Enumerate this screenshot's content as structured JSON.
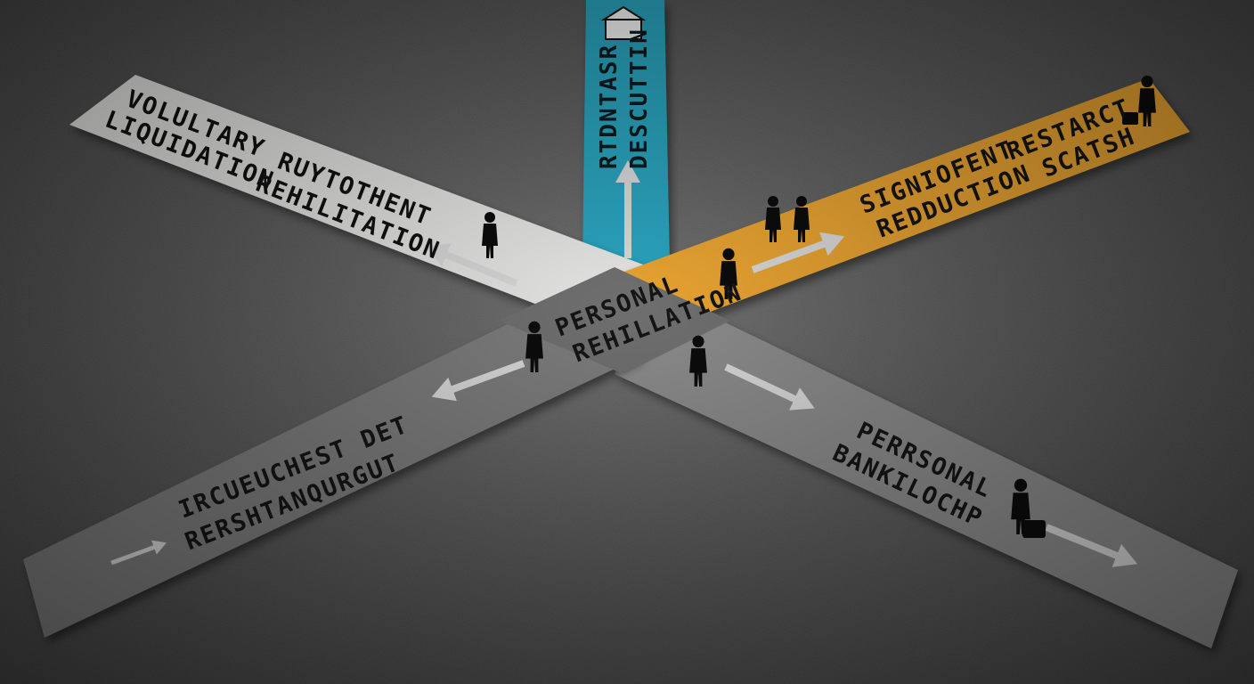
{
  "roads": {
    "upper_left": {
      "color": "#e6e6e4",
      "label_a": [
        "VOLULTARY",
        "LIQUIDATION"
      ],
      "label_b": [
        "RUYTOTHENT",
        "REHILITATION"
      ]
    },
    "upper_right": {
      "color": "#e8a230",
      "label_a": [
        "SIGNIOFENT",
        "REDDUCTION"
      ],
      "label_b": [
        "RESTARCT",
        "SCATSH"
      ]
    },
    "top": {
      "color": "#2aa3bd",
      "label": [
        "RTDNTASR",
        "DESCUTTIN"
      ]
    },
    "lower_left": {
      "color": "#7d7d7d",
      "label": [
        "IRCUEUCHEST DET",
        "RERSHTANQURGUT"
      ]
    },
    "lower_right": {
      "color": "#8a8a8a",
      "label": [
        "PERRSONAL",
        "BANKILOCHP"
      ]
    },
    "center": {
      "color": "#6e6e6e",
      "label": [
        "PERSONAL",
        "REHILLATION"
      ]
    }
  },
  "icons": [
    "house-hand-icon",
    "person-silhouette-icon",
    "briefcase-icon",
    "arrow-icon"
  ]
}
